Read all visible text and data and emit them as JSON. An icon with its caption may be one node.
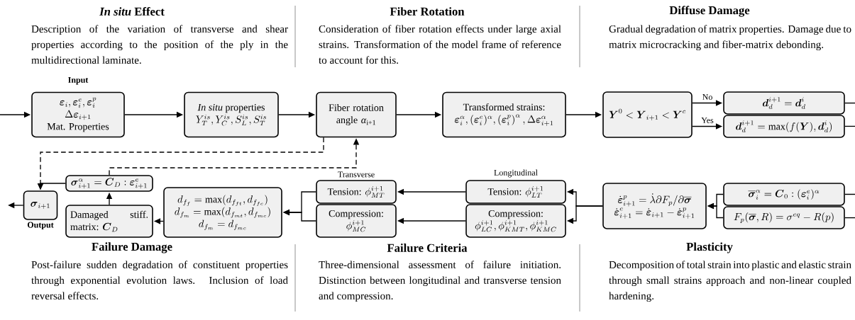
{
  "diagram": {
    "nodes": [
      {
        "text": [
          "\\boldsymbol{\\varepsilon}_i, \\boldsymbol{\\varepsilon}_i^e, \\boldsymbol{\\varepsilon}_i^p",
          "\\Delta\\boldsymbol{\\varepsilon}_{i+1}",
          "Mat. Properties"
        ],
        "beside": [
          "Input"
        ]
      },
      {
        "text": [
          "*In situ* properties",
          "Y_T^{is}, Y_C^{is}, S_L^{is}, S_T^{is}"
        ]
      },
      {
        "text": [
          "Fiber rotation angle *α*$_{i+1}$"
        ]
      },
      {
        "text": [
          "Transformed strains:",
          "\\boldsymbol{\\varepsilon}_i^\\alpha, (\\boldsymbol{\\varepsilon}_i^e)^\\alpha, \\left(\\boldsymbol{\\varepsilon}_i^p\\right)^\\alpha, \\Delta\\boldsymbol{\\varepsilon}_{i+1}^\\alpha"
        ]
      },
      {
        "text": [
          "\\boldsymbol{Y}^0 < \\boldsymbol{Y}_{i+1} < \\boldsymbol{Y}^c"
        ]
      },
      {
        "text": [
          "\\boldsymbol{d}_d^{i+1} = \\boldsymbol{d}_d^{i}"
        ]
      },
      {
        "text": [
          "\\boldsymbol{d}_d^{i+1} = \\max(f(\\boldsymbol{Y}), \\boldsymbol{d}_d^{i})"
        ]
      },
      {
        "text": [
          "\\dot{\\boldsymbol{\\varepsilon}}_{i+1}^p = \\dot{\\lambda}\\partial F_p/\\partial\\overline{\\boldsymbol{\\sigma}}",
          "\\dot{\\boldsymbol{\\varepsilon}}_{i+1}^e = \\dot{\\boldsymbol{\\varepsilon}}_{i+1} - \\dot{\\boldsymbol{\\varepsilon}}_{i+1}^p"
        ]
      },
      {
        "text": [
          "\\overline{\\boldsymbol{\\sigma}}_i^\\alpha = \\boldsymbol{C}_0 : (\\boldsymbol{\\varepsilon}_i^e)^\\alpha"
        ]
      },
      {
        "text": [
          "F_p(\\overline{\\boldsymbol{\\sigma}}, R) = \\sigma^{eq} - R(p)"
        ]
      },
      {
        "text": [
          "\\text{Tension: }\\phi_{LT}^{i+1}"
        ],
        "beside": [
          "Longitudinal"
        ]
      },
      {
        "text": [
          "Compression:",
          "\\phi_{LC}^{i+1}, \\phi_{KMT}^{i+1}, \\phi_{KMC}^{i+1}"
        ]
      },
      {
        "text": [
          "\\text{Tension: }\\phi_{MT}^{i+1}"
        ],
        "beside": [
          "Transverse"
        ]
      },
      {
        "text": [
          "Compression:",
          "\\phi_{MC}^{i+1}"
        ]
      },
      {
        "text": [
          "d_{f_f} = \\max(d_{f_{ft}}, d_{f_{fc}})",
          "d_{f_m} = \\max(d_{f_{mt}}, d_{f_{mc}})",
          "d_{f_m} = d_{f_{mc}}"
        ]
      },
      {
        "text": [
          "Damaged stiff. matrix:",
          "\\boldsymbol{C}_D"
        ]
      },
      {
        "text": [
          "\\boldsymbol{\\sigma}_{i+1}^\\alpha = \\boldsymbol{C}_D : \\boldsymbol{\\varepsilon}_{i+1}^e"
        ]
      },
      {
        "text": [
          "\\boldsymbol{\\sigma}_{i+1}"
        ],
        "beside": [
          "Output"
        ]
      }
    ],
    "edges": [
      {
        "from": null,
        "to": 0,
        "arrow": "to"
      },
      {
        "from": 0,
        "to": 1,
        "arrow": "to"
      },
      {
        "from": 1,
        "to": 2,
        "arrow": "to"
      },
      {
        "from": 2,
        "to": 3,
        "arrow": "to"
      },
      {
        "from": 3,
        "to": 4,
        "arrow": "to"
      },
      {
        "from": 4,
        "to": 5,
        "arrow": "to",
        "label": "No"
      },
      {
        "from": 4,
        "to": 6,
        "arrow": "to",
        "label": "Yes"
      },
      {
        "from": 5,
        "to": null,
        "arrow": "none"
      },
      {
        "from": 6,
        "to": null,
        "arrow": "none"
      },
      {
        "from": null,
        "to": 8,
        "arrow": "none"
      },
      {
        "from": null,
        "to": 9,
        "arrow": "none"
      },
      {
        "from": 8,
        "to": 7,
        "arrow": "to"
      },
      {
        "from": 9,
        "to": 7,
        "arrow": "to"
      },
      {
        "from": 7,
        "to": 10,
        "arrow": "to"
      },
      {
        "from": 7,
        "to": 11,
        "arrow": "to"
      },
      {
        "from": 10,
        "to": 12,
        "arrow": "to"
      },
      {
        "from": 11,
        "to": 13,
        "arrow": "to"
      },
      {
        "from": 12,
        "to": 14,
        "arrow": "to"
      },
      {
        "from": 13,
        "to": 14,
        "arrow": "to"
      },
      {
        "from": 14,
        "to": 15,
        "arrow": "to"
      },
      {
        "from": 15,
        "to": 16,
        "arrow": "to"
      },
      {
        "from": 16,
        "to": 17,
        "arrow": "to"
      },
      {
        "from": 17,
        "to": null,
        "arrow": "to"
      },
      {
        "from": 2,
        "to": 17,
        "arrow": "to",
        "style": "dashed"
      },
      {
        "from": 16,
        "to": 2,
        "arrow": "to",
        "style": "dashed"
      }
    ],
    "labels": [
      "*In situ* Effect",
      "Fiber Rotation",
      "Diffuse Damage",
      "Description of the variation of transverse and shear properties according to the position of the ply in the multidirectional laminate.",
      "Consideration of fiber rotation effects under large axial strains. Transformation of the model frame of reference to account for this.",
      "Gradual degradation of matrix properties. Damage due to matrix microcracking and fiber-matrix debonding.",
      "Failure Damage",
      "Failure Criteria",
      "Plasticity",
      "Post-failure sudden degradation of constituent properties through exponential evolution laws. Inclusion of load reversal effects.",
      "Three-dimensional assessment of failure initiation. Distinction between longitudinal and transverse tension and compression.",
      "Decomposition of total strain into plastic and elastic strain through small strains approach and non-linear coupled hardening."
    ]
  }
}
